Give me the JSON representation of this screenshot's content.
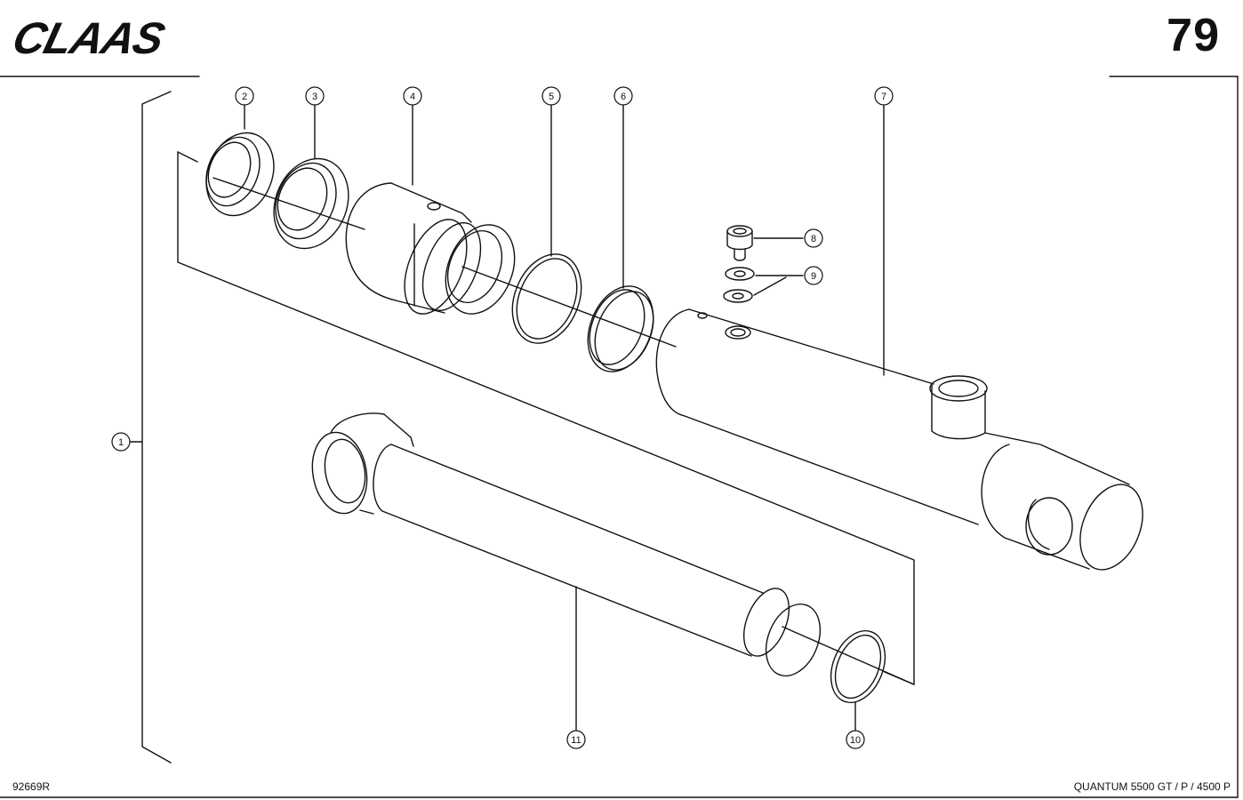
{
  "header": {
    "brand_logo": "CLAAS",
    "page_number": "79"
  },
  "footer": {
    "drawing_number": "92669R",
    "model": "QUANTUM  5500 GT / P / 4500 P"
  },
  "callouts": [
    "1",
    "2",
    "3",
    "4",
    "5",
    "6",
    "7",
    "8",
    "9",
    "10",
    "11"
  ]
}
